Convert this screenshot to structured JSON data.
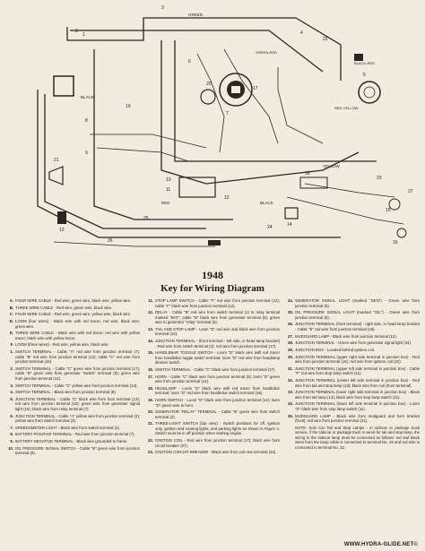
{
  "heading": {
    "year": "1948",
    "title": "Key for Wiring Diagram"
  },
  "diagram": {
    "wire_labels": [
      "GREEN",
      "BLACK",
      "RED",
      "YELLOW",
      "BLACK-RED",
      "RED-YELLOW",
      "GREEN-RED",
      "BLACK"
    ],
    "part_numbers": [
      "1",
      "2",
      "3",
      "4",
      "5",
      "6",
      "7",
      "8",
      "9",
      "10",
      "11",
      "12",
      "13",
      "14",
      "15",
      "16",
      "17",
      "18",
      "19",
      "20",
      "21",
      "22",
      "23",
      "24",
      "25",
      "26",
      "27"
    ]
  },
  "legend": {
    "col1": [
      {
        "n": "A.",
        "t": "FOUR WIRE CABLE - Red wire, green wire, black wire, yellow wire."
      },
      {
        "n": "B.",
        "t": "THREE WIRE CABLE - Red wire, green wire, black wire."
      },
      {
        "n": "C.",
        "t": "FOUR WIRE CABLE - Red wire, green wire, yellow wire, black wire."
      },
      {
        "n": "D.",
        "t": "LOOM (four wires) - Black wire with red tracer; red wire; black wire; green wire."
      },
      {
        "n": "E.",
        "t": "THREE WIRE CABLE - Black wire with red tracer; red wire with yellow tracer; black wire with yellow tracer."
      },
      {
        "n": "F.",
        "t": "LOOM (three wires) - Red wire, yellow wire, black wire."
      },
      {
        "n": "1.",
        "t": "SWITCH TERMINAL - Cable \"A\" red wire from junction terminal (7); cable \"B\" red wire from junction terminal (12); cable \"C\" red wire from junction terminal (16)."
      },
      {
        "n": "2.",
        "t": "SWITCH TERMINAL - Cable \"C\" green wire from junction terminal (17); cable \"B\" green wire from generator \"switch\" terminal (5); green wire from junction terminal (14)."
      },
      {
        "n": "3.",
        "t": "SWITCH TERMINAL - Cable \"C\" yellow wire from junction terminal (14)."
      },
      {
        "n": "4.",
        "t": "SWITCH TERMINAL - Black wire from junction terminal (8)."
      },
      {
        "n": "5.",
        "t": "JUNCTION TERMINAL - Cable \"C\" black wire from horn terminal (13); red wire from junction terminal (10); green wire from generator signal light (16); black wire from relay terminal (7)."
      },
      {
        "n": "6.",
        "t": "JUNCTION TERMINAL - Cable \"A\" yellow wire from junction terminal (2); yellow wire from switch terminal (3)."
      },
      {
        "n": "7.",
        "t": "SPEEDOMETER LIGHT - Black wire from switch terminal (4)."
      },
      {
        "n": "8.",
        "t": "BATTERY POSITIVE TERMINAL - Red wire from junction terminal (7)."
      },
      {
        "n": "9.",
        "t": "BATTERY NEGATIVE TERMINAL - Black wire grounded to frame."
      },
      {
        "n": "10.",
        "t": "OIL PRESSURE SIGNAL SWITCH - Cable \"B\" green wire from junction terminal (6)."
      }
    ],
    "col2": [
      {
        "n": "11.",
        "t": "STOP LAMP SWITCH - Cable \"F\" red wire from junction terminal (12); cable \"F\" black wire from junction terminal (12)."
      },
      {
        "n": "12.",
        "t": "RELAY - Cable \"B\" red wire from switch terminal (1) to relay terminal marked \"BAT\"; cable \"B\" black wire from generator terminal (5); green wire to generator \"relay\" terminal (5)."
      },
      {
        "n": "13.",
        "t": "TAIL AND STOP LAMP - Loom \"D\" red wire and black wire from junction terminal (12)."
      },
      {
        "n": "14.",
        "t": "JUNCTION TERMINAL - (front terminal - left side, in head lamp bracket) - Red wire from switch terminal (2); red wire from junction terminal (17)."
      },
      {
        "n": "15.",
        "t": "HANDLEBAR TOGGLE SWITCH - Loom \"D\" black wire with red tracer from handlebar toggle switch terminal; loom \"D\" red wire from headlamp dimmer switch."
      },
      {
        "n": "16.",
        "t": "SWITCH TERMINAL - Cable \"C\" black wire from junction terminal (17)."
      },
      {
        "n": "17.",
        "t": "HORN - Cable \"C\" black wire from junction terminal (5); loom \"D\" green wire from junction terminal (14)."
      },
      {
        "n": "18.",
        "t": "HEADLAMP - Loom \"D\" black wire with red tracer from handlebar terminal; loom \"D\" red wire from handlebar switch terminal (15)."
      },
      {
        "n": "19.",
        "t": "HORN SWITCH - Loom \"D\" black wire from junction terminal (14); loom \"D\" green wire to horn."
      },
      {
        "n": "20.",
        "t": "GENERATOR \"RELAY\" TERMINAL - Cable \"B\" green wire from switch terminal (2)."
      },
      {
        "n": "21.",
        "t": "THREE-LIGHT SWITCH (top view) - Switch positions for off, ignition only, ignition and running lights, and parking lights as shown in Figure 4. Switch must be in off position when starting engine."
      },
      {
        "n": "22.",
        "t": "IGNITION COIL - Red wire from junction terminal (17); black wire from circuit breaker (27)."
      },
      {
        "n": "23.",
        "t": "IGNITION CIRCUIT BREAKER - Black wire from coil rear terminal (22)."
      }
    ],
    "col3": [
      {
        "n": "24.",
        "t": "GENERATOR SIGNAL LIGHT (marked \"GEN\") - Green wire from junction terminal (5)."
      },
      {
        "n": "25.",
        "t": "OIL PRESSURE SIGNAL LIGHT (marked \"OIL\") - Green wire from junction terminal (6)."
      },
      {
        "n": "26.",
        "t": "JUNCTION TERMINAL (front terminal) - right side, in head lamp bracket - Cable \"E\" red wire from junction terminal (19)."
      },
      {
        "n": "27.",
        "t": "MUDGUARD LAMP - Black wire from junction terminal (12)."
      },
      {
        "n": "28.",
        "t": "JUNCTION TERMINAL - Green wire from generator signal light (24)."
      },
      {
        "n": "29.",
        "t": "JUNCTION BOX - Located behind ignition coil."
      },
      {
        "n": "30.",
        "t": "JUNCTION TERMINAL (upper right side terminal in junction box) - Red wire from junction terminal (16); red wire from ignition coil (22)."
      },
      {
        "n": "31.",
        "t": "JUNCTION TERMINAL (upper left side terminal in junction box) - Cable \"F\" red wire from stop lamp switch (11)."
      },
      {
        "n": "32.",
        "t": "JUNCTION TERMINAL (center left side terminal in junction box) - Red wire from tail and stop lamp (13); black wire from coil (front terminal)."
      },
      {
        "n": "33.",
        "t": "JUNCTION TERMINAL (lower right side terminal in junction box) - Black wire from tail lamp (13); black wire from stop lamp switch (11)."
      },
      {
        "n": "34.",
        "t": "JUNCTION TERMINAL (lower left side terminal in junction box) - Loom \"D\" black wire from stop lamp switch (11)."
      },
      {
        "n": "35.",
        "t": "MUDGUARD LAMP - Black wire from mudguard and horn bracket (front); red wire from junction terminal (31)."
      },
      {
        "n": "",
        "t": "NOTE: Solo Car Tail and Stop Lamps - In sidecar or package truck service, if the sidecar or package truck is wired for tail and stop lamp, the wiring to the sidecar lamp must be connected as follows: red and black wires from the lamp cable is connected to terminal No. 49 and red wire is connected to terminal No. 32."
      }
    ]
  },
  "watermark": "WWW.HYDRA-GLIDE.NET©"
}
